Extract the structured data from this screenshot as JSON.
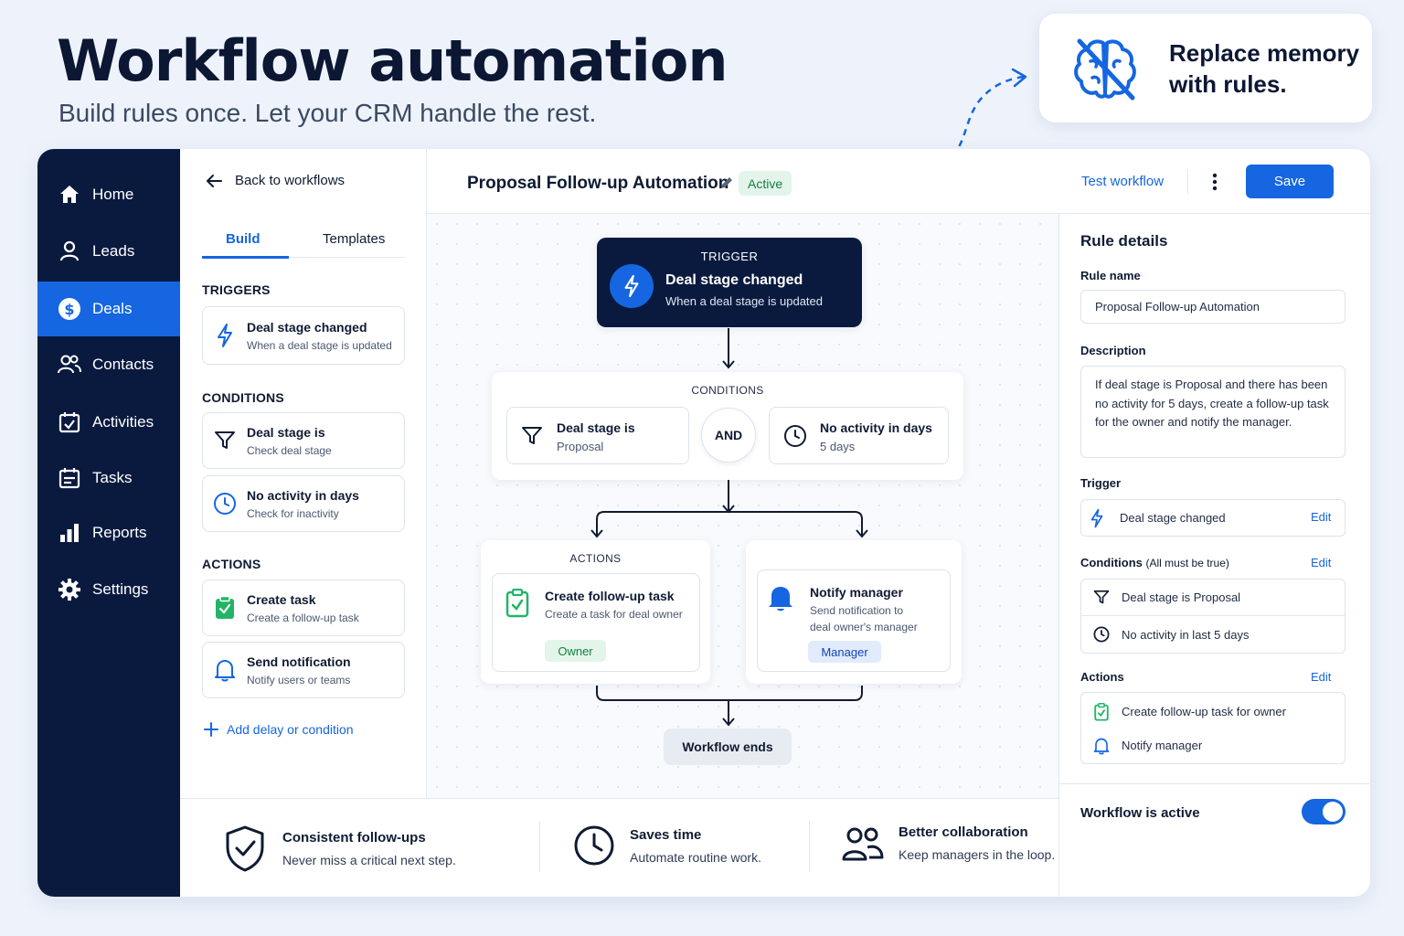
{
  "hero": {
    "title": "Workflow automation",
    "subtitle": "Build rules once. Let your CRM handle the rest.",
    "callout": "Replace memory with rules."
  },
  "sidebar": {
    "items": [
      {
        "label": "Home",
        "icon": "home-icon"
      },
      {
        "label": "Leads",
        "icon": "user-icon"
      },
      {
        "label": "Deals",
        "icon": "dollar-icon",
        "active": true
      },
      {
        "label": "Contacts",
        "icon": "users-icon"
      },
      {
        "label": "Activities",
        "icon": "calendar-check-icon"
      },
      {
        "label": "Tasks",
        "icon": "calendar-icon"
      },
      {
        "label": "Reports",
        "icon": "bar-chart-icon"
      },
      {
        "label": "Settings",
        "icon": "gear-icon"
      }
    ]
  },
  "left_panel": {
    "back": "Back to workflows",
    "tabs": [
      "Build",
      "Templates"
    ],
    "active_tab": "Build",
    "triggers_heading": "TRIGGERS",
    "triggers": [
      {
        "title": "Deal stage changed",
        "desc": "When a deal stage is updated"
      }
    ],
    "conditions_heading": "CONDITIONS",
    "conditions": [
      {
        "title": "Deal stage is",
        "desc": "Check deal stage"
      },
      {
        "title": "No activity in days",
        "desc": "Check for inactivity"
      }
    ],
    "actions_heading": "ACTIONS",
    "actions": [
      {
        "title": "Create task",
        "desc": "Create a follow-up task"
      },
      {
        "title": "Send notification",
        "desc": "Notify users or teams"
      }
    ],
    "add_link": "Add delay or condition"
  },
  "header": {
    "title": "Proposal Follow-up Automation",
    "status": "Active",
    "test": "Test workflow",
    "save": "Save"
  },
  "canvas": {
    "trigger": {
      "label": "TRIGGER",
      "title": "Deal stage changed",
      "desc": "When a deal stage is updated"
    },
    "conditions": {
      "label": "CONDITIONS",
      "left": {
        "title": "Deal stage is",
        "desc": "Proposal"
      },
      "join": "AND",
      "right": {
        "title": "No activity in days",
        "desc": "5 days"
      }
    },
    "actions": {
      "label": "ACTIONS",
      "task": {
        "title": "Create follow-up task",
        "desc": "Create a task for deal owner",
        "tag": "Owner"
      },
      "notify": {
        "title": "Notify manager",
        "desc1": "Send notification to",
        "desc2": "deal owner's manager",
        "tag": "Manager"
      }
    },
    "end": "Workflow ends"
  },
  "right_panel": {
    "title": "Rule details",
    "rule_name_label": "Rule name",
    "rule_name": "Proposal Follow-up Automation",
    "description_label": "Description",
    "description": "If deal stage is Proposal and there has been no activity for 5 days, create a follow-up task for the owner and notify the manager.",
    "trigger_label": "Trigger",
    "trigger": "Deal stage changed",
    "edit": "Edit",
    "conditions_label": "Conditions",
    "conditions_note": "(All must be true)",
    "conditions": [
      "Deal stage is Proposal",
      "No activity in last 5 days"
    ],
    "actions_label": "Actions",
    "actions": [
      "Create follow-up task for owner",
      "Notify manager"
    ],
    "active_label": "Workflow is active",
    "active": true
  },
  "footer": [
    {
      "title": "Consistent follow-ups",
      "desc": "Never miss a critical next step."
    },
    {
      "title": "Saves time",
      "desc": "Automate routine work."
    },
    {
      "title": "Better collaboration",
      "desc": "Keep managers in the loop."
    }
  ],
  "colors": {
    "primary": "#1566e0",
    "sidebar": "#0a1a3f",
    "success": "#15803d",
    "background": "#eef3fb"
  }
}
